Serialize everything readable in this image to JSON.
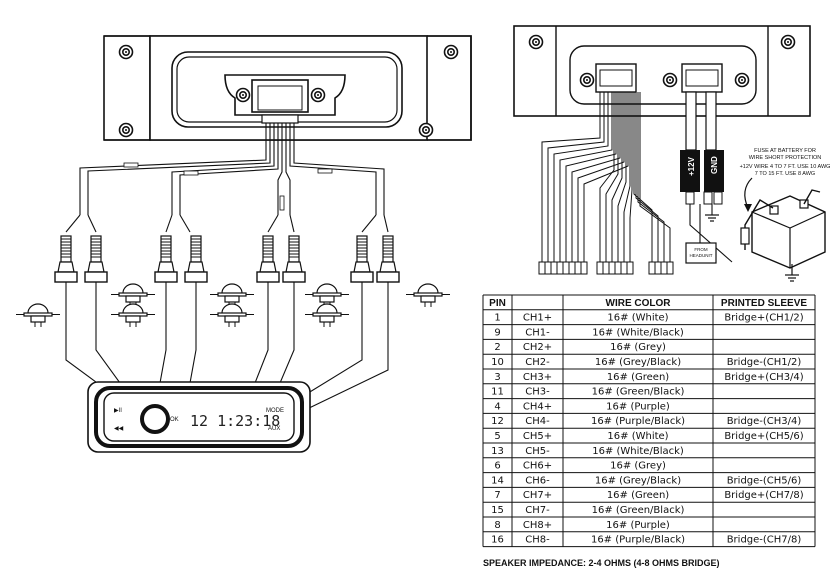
{
  "radio": {
    "display_time": "12 1:23:18",
    "btn_prev": "◀◀",
    "btn_play": "▶II",
    "btn_mode": "MODE",
    "btn_aux": "AUX",
    "btn_ok": "OK"
  },
  "battery_callout": {
    "line1": "FUSE AT BATTERY FOR",
    "line2": "WIRE SHORT PROTECTION",
    "line3": "+12V WIRE 4 TO 7 FT. USE 10 AWG",
    "line4": "7 TO 15 FT. USE 8 AWG"
  },
  "amp_labels": {
    "plus12v": "+12V",
    "gnd": "GND",
    "headunit_line1": "FROM",
    "headunit_line2": "HEADUNIT"
  },
  "table": {
    "headers": [
      "PIN",
      "",
      "WIRE COLOR",
      "PRINTED SLEEVE"
    ],
    "rows": [
      [
        "1",
        "CH1+",
        "16# (White)",
        "Bridge+(CH1/2)"
      ],
      [
        "9",
        "CH1-",
        "16# (White/Black)",
        ""
      ],
      [
        "2",
        "CH2+",
        "16# (Grey)",
        ""
      ],
      [
        "10",
        "CH2-",
        "16# (Grey/Black)",
        "Bridge-(CH1/2)"
      ],
      [
        "3",
        "CH3+",
        "16# (Green)",
        "Bridge+(CH3/4)"
      ],
      [
        "11",
        "CH3-",
        "16# (Green/Black)",
        ""
      ],
      [
        "4",
        "CH4+",
        "16# (Purple)",
        ""
      ],
      [
        "12",
        "CH4-",
        "16# (Purple/Black)",
        "Bridge-(CH3/4)"
      ],
      [
        "5",
        "CH5+",
        "16# (White)",
        "Bridge+(CH5/6)"
      ],
      [
        "13",
        "CH5-",
        "16# (White/Black)",
        ""
      ],
      [
        "6",
        "CH6+",
        "16# (Grey)",
        ""
      ],
      [
        "14",
        "CH6-",
        "16# (Grey/Black)",
        "Bridge-(CH5/6)"
      ],
      [
        "7",
        "CH7+",
        "16# (Green)",
        "Bridge+(CH7/8)"
      ],
      [
        "15",
        "CH7-",
        "16# (Green/Black)",
        ""
      ],
      [
        "8",
        "CH8+",
        "16# (Purple)",
        ""
      ],
      [
        "16",
        "CH8-",
        "16# (Purple/Black)",
        "Bridge-(CH7/8)"
      ]
    ]
  },
  "footer_note": "SPEAKER IMPEDANCE: 2-4 OHMS (4-8 OHMS BRIDGE)"
}
